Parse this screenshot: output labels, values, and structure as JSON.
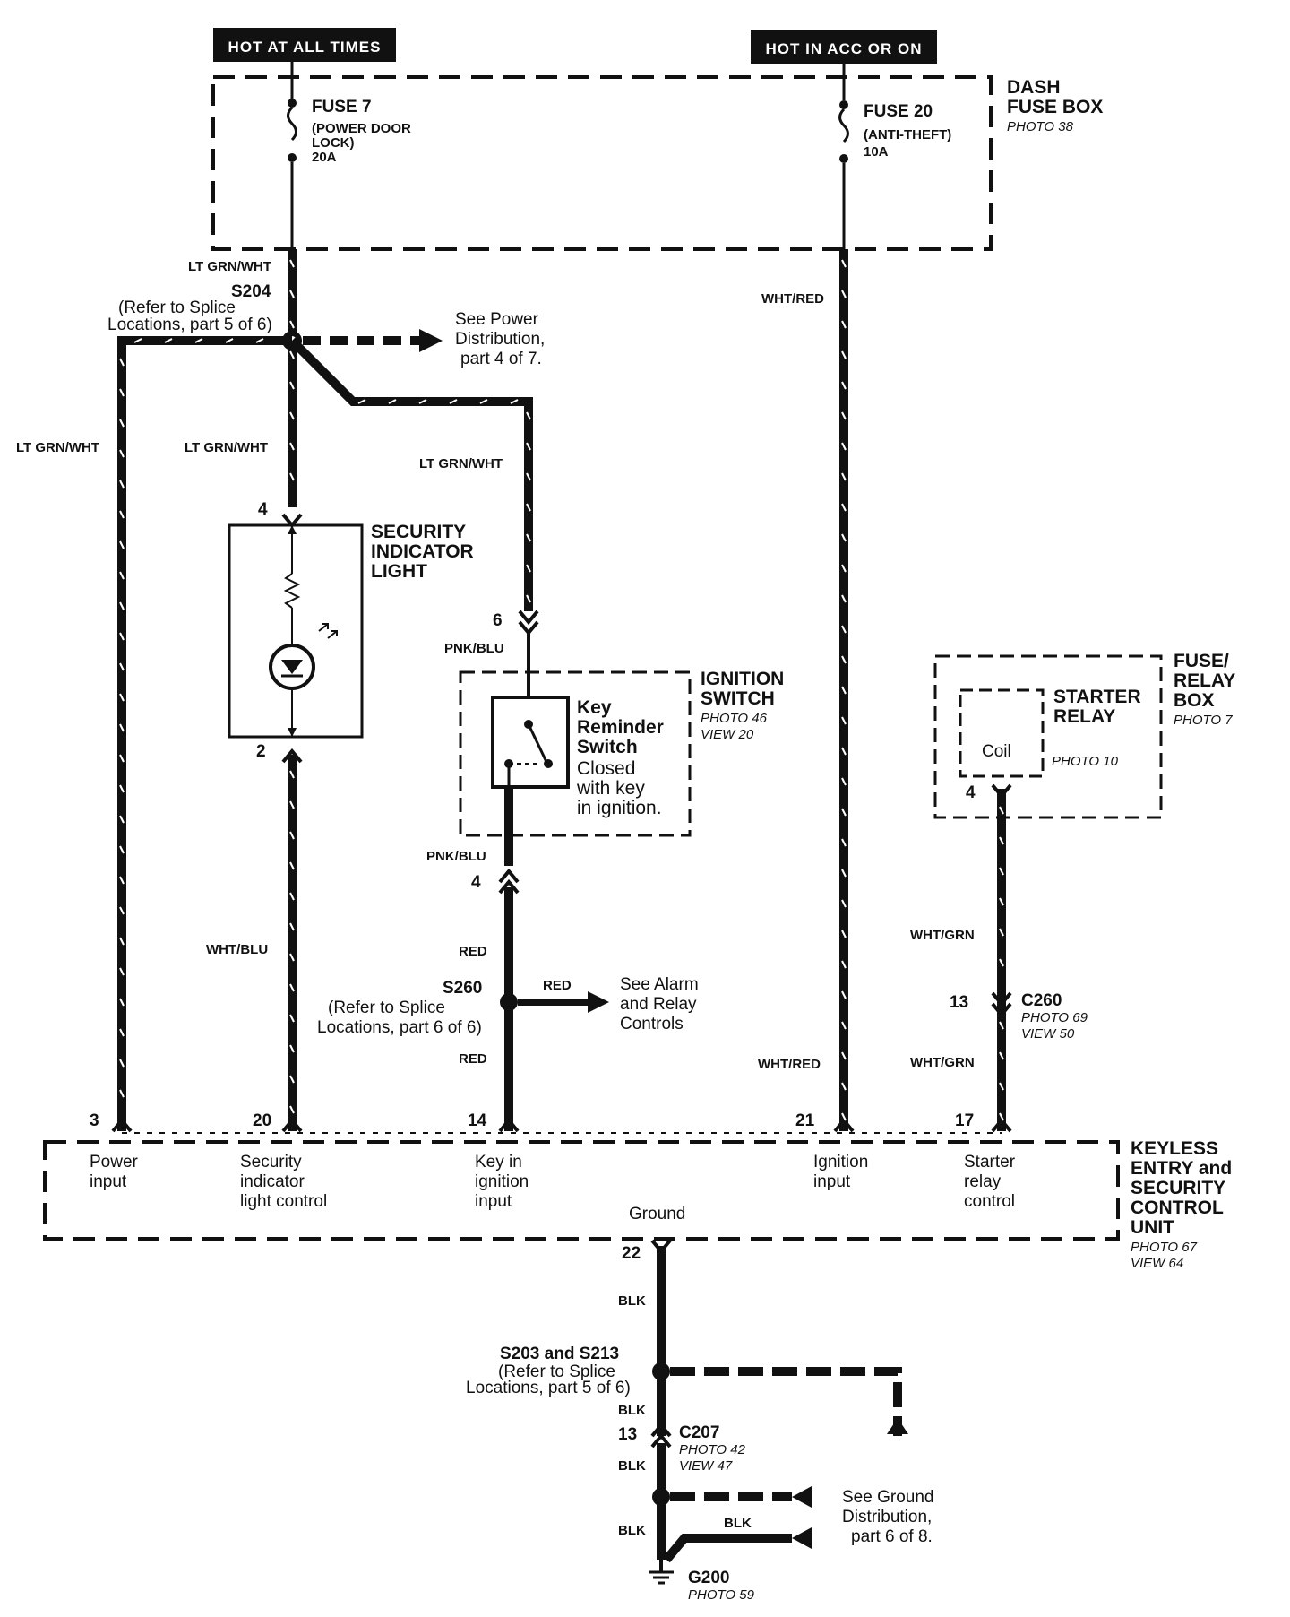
{
  "headers": {
    "hot_always": "HOT AT ALL TIMES",
    "hot_acc": "HOT IN ACC OR ON"
  },
  "dash_fuse_box": {
    "title_line1": "DASH",
    "title_line2": "FUSE BOX",
    "photo": "PHOTO 38",
    "fuse7": {
      "name": "FUSE 7",
      "desc_line1": "(POWER DOOR",
      "desc_line2": "LOCK)",
      "rating": "20A"
    },
    "fuse20": {
      "name": "FUSE 20",
      "desc": "(ANTI-THEFT)",
      "rating": "10A"
    }
  },
  "splice_s204": {
    "name": "S204",
    "ref_line1": "(Refer to  Splice",
    "ref_line2": "Locations, part 5 of 6)"
  },
  "power_dist_ref": {
    "line1": "See Power",
    "line2": "Distribution,",
    "line3": "part 4 of 7."
  },
  "security_light": {
    "line1": "SECURITY",
    "line2": "INDICATOR",
    "line3": "LIGHT",
    "pin_top": "4",
    "pin_bottom": "2"
  },
  "ignition_switch": {
    "title_line1": "IGNITION",
    "title_line2": "SWITCH",
    "photo": "PHOTO 46",
    "view": "VIEW 20",
    "sw_line1": "Key",
    "sw_line2": "Reminder",
    "sw_line3": "Switch",
    "desc_line1": "Closed",
    "desc_line2": "with key",
    "desc_line3": "in ignition.",
    "pin_top": "6",
    "pin_bottom": "4"
  },
  "fuse_relay_box": {
    "title_line1": "FUSE/",
    "title_line2": "RELAY",
    "title_line3": "BOX",
    "photo": "PHOTO 7",
    "relay_line1": "STARTER",
    "relay_line2": "RELAY",
    "relay_photo": "PHOTO 10",
    "coil": "Coil",
    "pin": "4"
  },
  "splice_s260": {
    "name": "S260",
    "ref_line1": "(Refer to  Splice",
    "ref_line2": "Locations, part 6 of 6)"
  },
  "alarm_ref": {
    "line1": "See Alarm",
    "line2": "and Relay",
    "line3": "Controls"
  },
  "c260": {
    "name": "C260",
    "photo": "PHOTO 69",
    "view": "VIEW 50",
    "pin": "13"
  },
  "wires": {
    "lt_grn_wht": "LT GRN/WHT",
    "wht_red": "WHT/RED",
    "pnk_blu": "PNK/BLU",
    "wht_blu": "WHT/BLU",
    "red": "RED",
    "wht_grn": "WHT/GRN",
    "blk": "BLK"
  },
  "control_unit": {
    "title_line1": "KEYLESS",
    "title_line2": "ENTRY and",
    "title_line3": "SECURITY",
    "title_line4": "CONTROL",
    "title_line5": "UNIT",
    "photo": "PHOTO 67",
    "view": "VIEW 64",
    "pin_power": "3",
    "pin_security": "20",
    "pin_key": "14",
    "pin_ign": "21",
    "pin_starter": "17",
    "pin_ground": "22",
    "power_line1": "Power",
    "power_line2": "input",
    "security_line1": "Security",
    "security_line2": "indicator",
    "security_line3": "light control",
    "key_line1": "Key in",
    "key_line2": "ignition",
    "key_line3": "input",
    "ign_line1": "Ignition",
    "ign_line2": "input",
    "starter_line1": "Starter",
    "starter_line2": "relay",
    "starter_line3": "control",
    "ground": "Ground"
  },
  "splice_s203": {
    "name": "S203 and S213",
    "ref_line1": "(Refer to  Splice",
    "ref_line2": "Locations, part 5 of 6)"
  },
  "c207": {
    "name": "C207",
    "photo": "PHOTO 42",
    "view": "VIEW 47",
    "pin": "13"
  },
  "ground_ref": {
    "line1": "See Ground",
    "line2": "Distribution,",
    "line3": "part 6 of 8."
  },
  "g200": {
    "name": "G200",
    "photo": "PHOTO 59"
  }
}
